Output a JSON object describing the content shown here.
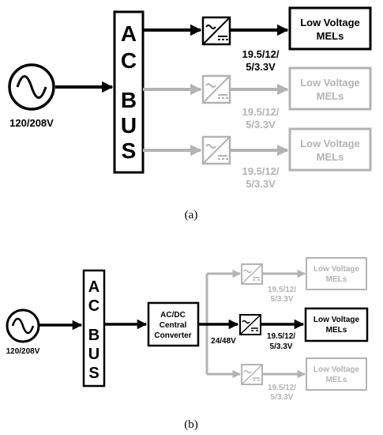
{
  "colors": {
    "active": "#000000",
    "inactive": "#b3b3b3",
    "background": "#ffffff"
  },
  "icons": {
    "ac_source": "ac-sine-source-icon",
    "converter": "dc-dc-converter-icon"
  },
  "panel_a": {
    "bus_letters": [
      "A",
      "C",
      "B",
      "U",
      "S"
    ],
    "source_label": "120/208V",
    "branches": [
      {
        "voltage_lines": [
          "19.5/12/",
          "5/3.3V"
        ],
        "load_lines": [
          "Low Voltage",
          "MELs"
        ],
        "active": true
      },
      {
        "voltage_lines": [
          "19.5/12/",
          "5/3.3V"
        ],
        "load_lines": [
          "Low Voltage",
          "MELs"
        ],
        "active": false
      },
      {
        "voltage_lines": [
          "19.5/12/",
          "5/3.3V"
        ],
        "load_lines": [
          "Low Voltage",
          "MELs"
        ],
        "active": false
      }
    ],
    "caption": "(a)"
  },
  "panel_b": {
    "bus_letters": [
      "A",
      "C",
      "B",
      "U",
      "S"
    ],
    "source_label": "120/208V",
    "central_converter_lines": [
      "AC/DC",
      "Central",
      "Converter"
    ],
    "dc_bus_label": "24/48V",
    "branches": [
      {
        "voltage_lines": [
          "19.5/12/",
          "5/3.3V"
        ],
        "load_lines": [
          "Low Voltage",
          "MELs"
        ],
        "active": false
      },
      {
        "voltage_lines": [
          "19.5/12/",
          "5/3.3V"
        ],
        "load_lines": [
          "Low Voltage",
          "MELs"
        ],
        "active": true
      },
      {
        "voltage_lines": [
          "19.5/12/",
          "5/3.3V"
        ],
        "load_lines": [
          "Low Voltage",
          "MELs"
        ],
        "active": false
      }
    ],
    "caption": "(b)"
  }
}
